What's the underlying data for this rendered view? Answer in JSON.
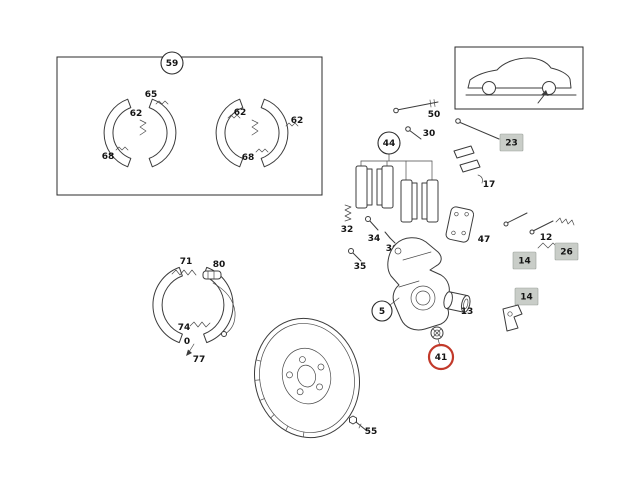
{
  "meta": {
    "description": "Exploded parts diagram of a rear brake assembly (disc, caliper, pads, parking brake shoes) with numbered callouts"
  },
  "colors": {
    "background": "#ffffff",
    "line": "#3c3c3c",
    "label": "#151515",
    "highlight_red": "#c2392a",
    "box_gray": "#c9cdc8"
  },
  "highlight": {
    "selected_part": "41"
  },
  "labels": {
    "group_59": "59",
    "spring_65": "65",
    "shoe_62_left": "62",
    "spring_68_left": "68",
    "shoe_62_mid": "62",
    "spring_68_right": "68",
    "shoe_62_right": "62",
    "guide_pin_50": "50",
    "bolt_30": "30",
    "pin_23": "23",
    "pad_set_44": "44",
    "clip_17": "17",
    "plate_47": "47",
    "spring_32": "32",
    "bolt_34": "34",
    "bleeder_36": "36",
    "bolt_35": "35",
    "caliper_5": "5",
    "piston_13": "13",
    "adjuster_41": "41",
    "pin_12": "12",
    "kit_14_upper": "14",
    "kit_26": "26",
    "kit_14_lower": "14",
    "spring_71": "71",
    "adjuster_80": "80",
    "spring_74": "74",
    "marker_0": "0",
    "shoe_77": "77",
    "bolt_55": "55"
  }
}
